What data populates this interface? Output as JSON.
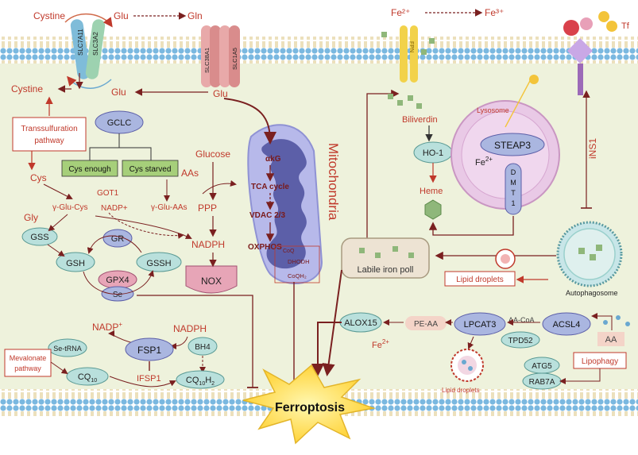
{
  "colors": {
    "membrane_head": "#7ab8e0",
    "membrane_tail": "#e8d79a",
    "background": "#eef2dc",
    "arrow": "#7a2020",
    "label_red": "#c0392b",
    "mito_outer": "#b7b9ea",
    "mito_inner": "#5c5fa8",
    "lysosome": "#e9c9e6",
    "ferroptosis": "#ffe15a",
    "green_box": "#a6cf7a"
  },
  "top": {
    "cystine": "Cystine",
    "glu": "Glu",
    "gln": "Gln",
    "slc7a11": "SLC7A11",
    "slc3a2": "SLC3A2",
    "slc38a1": "SLC38A1",
    "slc1a5": "SLC1A5",
    "fe2": "Fe²⁺",
    "fe3": "Fe³⁺",
    "fpn": "FPN",
    "tf": "Tf"
  },
  "left": {
    "cystine": "Cystine",
    "glu": "Glu",
    "gclc": "GCLC",
    "transsulfuration": [
      "Transsulfuration",
      "pathway"
    ],
    "cys_enough": "Cys enough",
    "cys_starved": "Cys starved",
    "cys": "Cys",
    "aas": "AAs",
    "got1": "GOT1",
    "nadp": "NADP+",
    "gly": "Gly",
    "gamma_glu_cys": "γ-Glu-Cys",
    "gamma_glu_aas": "γ-Glu-AAs",
    "gss": "GSS",
    "gr": "GR",
    "gsh": "GSH",
    "gssg": "GSSH",
    "gpx4": "GPX4",
    "se": "Se",
    "glucose": "Glucose",
    "ppp": "PPP",
    "nadph": "NADPH",
    "nox": "NOX",
    "glu2": "Glu"
  },
  "mito": {
    "title": "Mitochondria",
    "akg": "αkG",
    "tca": "TCA cycle",
    "vdac": "VDAC 2/3",
    "oxphos": "OXPHOS",
    "coq": "CoQ",
    "dhodh": "DHODH",
    "coqh2": "CoQH₂"
  },
  "right": {
    "biliverdin": "Biliverdin",
    "ho1": "HO-1",
    "heme": "Heme",
    "lysosome": "Lysosome",
    "fe2": "Fe",
    "fe2_sup": "2+",
    "steap3": "STEAP3",
    "dmt1": [
      "D",
      "M",
      "T",
      "1"
    ],
    "ins1": "iNS1",
    "labile": "Labile iron poll",
    "lipid_droplets": "Lipid droplets",
    "autophagosome": "Autophagosome"
  },
  "bottom": {
    "nadp_plus": "NADP",
    "nadp_sup": "+",
    "nadph": "NADPH",
    "se_trna": "Se-tRNA",
    "fsp1": "FSP1",
    "bh4": "BH4",
    "mevalonate": [
      "Mevalonate",
      "pathway"
    ],
    "cq10": "CQ",
    "cq10_sub": "10",
    "ifsp1": "IFSP1",
    "cq10h2": "CQ",
    "cq10h2_sub": "10",
    "cq10h2_h": "H",
    "cq10h2_sub2": "2",
    "ferroptosis": "Ferroptosis",
    "alox15": "ALOX15",
    "fe2": "Fe",
    "fe2_sup": "2+",
    "pe_aa": "PE-AA",
    "lpcat3": "LPCAT3",
    "aa_coa": "AA-CoA",
    "acsl4": "ACSL4",
    "tpd52": "TPD52",
    "aa": "AA",
    "lipophagy": "Lipophagy",
    "atg5": "ATG5",
    "rab7a": "RAB7A",
    "lipid_droplets": "Lipid droplets"
  }
}
